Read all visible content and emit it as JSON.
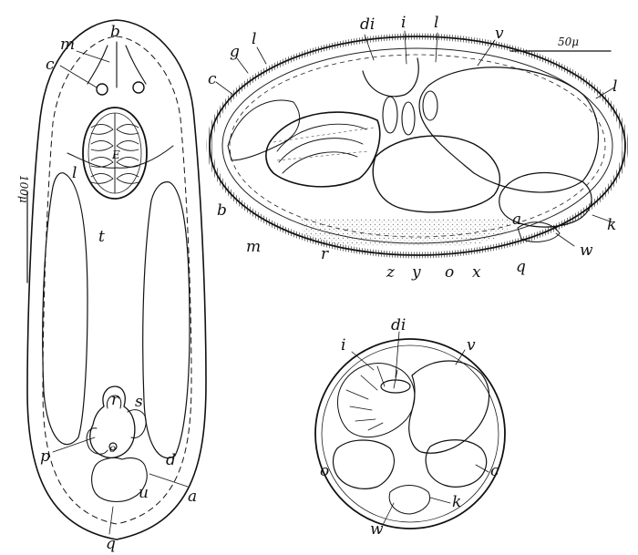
{
  "figures": {
    "longitudinal": {
      "labels": [
        "m",
        "b",
        "c",
        "E",
        "l",
        "t",
        "r",
        "s",
        "p",
        "o",
        "d",
        "u",
        "a",
        "q"
      ],
      "scale": "100μ"
    },
    "sagittal": {
      "labels_top": [
        "l",
        "di",
        "i",
        "l",
        "v",
        "g",
        "c",
        "l"
      ],
      "labels_bottom": [
        "b",
        "m",
        "r",
        "z",
        "y",
        "o",
        "x",
        "q",
        "a",
        "w",
        "k"
      ],
      "scale": "50μ"
    },
    "cross_section": {
      "labels": [
        "i",
        "di",
        "v",
        "o",
        "c",
        "w",
        "k"
      ]
    }
  }
}
